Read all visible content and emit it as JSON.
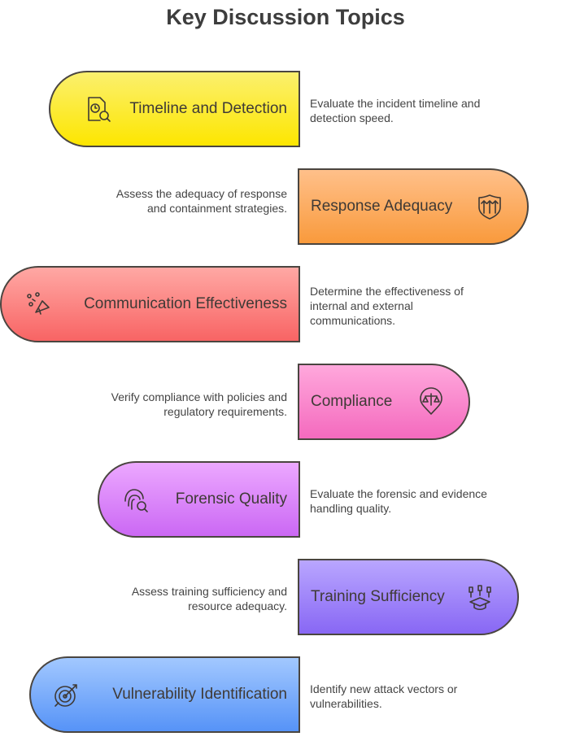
{
  "title": "Key Discussion Topics",
  "topics": [
    {
      "label": "Timeline and Detection",
      "description": "Evaluate the incident timeline and detection speed.",
      "icon": "document-clock-search-icon",
      "color_top": "#fbf06e",
      "color_bottom": "#fde600"
    },
    {
      "label": "Response Adequacy",
      "description": "Assess the adequacy of response and containment strategies.",
      "icon": "shield-arrows-icon",
      "color_top": "#ffc08a",
      "color_bottom": "#f99a3c"
    },
    {
      "label": "Communication Effectiveness",
      "description": "Determine the effectiveness of internal and external communications.",
      "icon": "megaphone-icon",
      "color_top": "#ffa8a4",
      "color_bottom": "#f86464"
    },
    {
      "label": "Compliance",
      "description": "Verify compliance with policies and regulatory requirements.",
      "icon": "scales-pin-icon",
      "color_top": "#ffa8dc",
      "color_bottom": "#f46abe"
    },
    {
      "label": "Forensic Quality",
      "description": "Evaluate the forensic and evidence handling quality.",
      "icon": "fingerprint-search-icon",
      "color_top": "#eca8ff",
      "color_bottom": "#cb68f4"
    },
    {
      "label": "Training Sufficiency",
      "description": "Assess training sufficiency and resource adequacy.",
      "icon": "graduation-cap-icon",
      "color_top": "#b9a6ff",
      "color_bottom": "#8867f4"
    },
    {
      "label": "Vulnerability Identification",
      "description": "Identify new attack vectors or vulnerabilities.",
      "icon": "target-arrow-icon",
      "color_top": "#a2c8ff",
      "color_bottom": "#5693f7"
    }
  ]
}
